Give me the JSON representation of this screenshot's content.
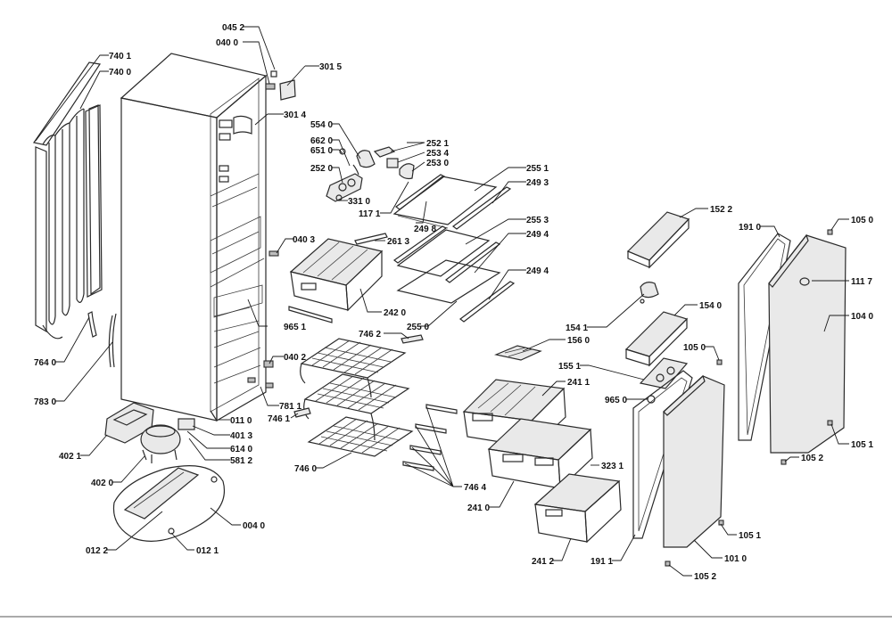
{
  "callouts": [
    {
      "id": "c0452",
      "text": "045 2"
    },
    {
      "id": "c0400",
      "text": "040 0"
    },
    {
      "id": "c3015",
      "text": "301 5"
    },
    {
      "id": "c3014",
      "text": "301 4"
    },
    {
      "id": "c7401",
      "text": "740 1"
    },
    {
      "id": "c7400",
      "text": "740 0"
    },
    {
      "id": "c5540",
      "text": "554 0"
    },
    {
      "id": "c6620",
      "text": "662 0"
    },
    {
      "id": "c6510",
      "text": "651 0"
    },
    {
      "id": "c2520",
      "text": "252 0"
    },
    {
      "id": "c3310",
      "text": "331 0"
    },
    {
      "id": "c1171",
      "text": "117 1"
    },
    {
      "id": "c2521",
      "text": "252 1"
    },
    {
      "id": "c2534",
      "text": "253 4"
    },
    {
      "id": "c2530",
      "text": "253 0"
    },
    {
      "id": "c2551",
      "text": "255 1"
    },
    {
      "id": "c2493",
      "text": "249 3"
    },
    {
      "id": "c2498",
      "text": "249 8"
    },
    {
      "id": "c2553",
      "text": "255 3"
    },
    {
      "id": "c2494a",
      "text": "249 4"
    },
    {
      "id": "c2494b",
      "text": "249 4"
    },
    {
      "id": "c0403",
      "text": "040 3"
    },
    {
      "id": "c2613",
      "text": "261 3"
    },
    {
      "id": "c2420",
      "text": "242 0"
    },
    {
      "id": "c2550",
      "text": "255 0"
    },
    {
      "id": "c9651",
      "text": "965 1"
    },
    {
      "id": "c7462",
      "text": "746 2"
    },
    {
      "id": "c7640",
      "text": "764 0"
    },
    {
      "id": "c7830",
      "text": "783 0"
    },
    {
      "id": "c0402",
      "text": "040 2"
    },
    {
      "id": "c7811",
      "text": "781 1"
    },
    {
      "id": "c7461",
      "text": "746 1"
    },
    {
      "id": "c0110",
      "text": "011 0"
    },
    {
      "id": "c4013",
      "text": "401 3"
    },
    {
      "id": "c6140",
      "text": "614 0"
    },
    {
      "id": "c5812",
      "text": "581 2"
    },
    {
      "id": "c4021",
      "text": "402 1"
    },
    {
      "id": "c4020",
      "text": "402 0"
    },
    {
      "id": "c7460",
      "text": "746 0"
    },
    {
      "id": "c0040",
      "text": "004 0"
    },
    {
      "id": "c0122",
      "text": "012 2"
    },
    {
      "id": "c0121",
      "text": "012 1"
    },
    {
      "id": "c1522",
      "text": "152 2"
    },
    {
      "id": "c1910",
      "text": "191 0"
    },
    {
      "id": "c1050a",
      "text": "105 0"
    },
    {
      "id": "c1117",
      "text": "111 7"
    },
    {
      "id": "c1540",
      "text": "154 0"
    },
    {
      "id": "c1541",
      "text": "154 1"
    },
    {
      "id": "c1040",
      "text": "104 0"
    },
    {
      "id": "c1560",
      "text": "156 0"
    },
    {
      "id": "c1050b",
      "text": "105 0"
    },
    {
      "id": "c1551",
      "text": "155 1"
    },
    {
      "id": "c2411",
      "text": "241 1"
    },
    {
      "id": "c9650",
      "text": "965 0"
    },
    {
      "id": "c1051a",
      "text": "105 1"
    },
    {
      "id": "c1052a",
      "text": "105 2"
    },
    {
      "id": "c3231",
      "text": "323 1"
    },
    {
      "id": "c7464",
      "text": "746 4"
    },
    {
      "id": "c2410",
      "text": "241 0"
    },
    {
      "id": "c1051b",
      "text": "105 1"
    },
    {
      "id": "c2412",
      "text": "241 2"
    },
    {
      "id": "c1911",
      "text": "191 1"
    },
    {
      "id": "c1010",
      "text": "101 0"
    },
    {
      "id": "c1052b",
      "text": "105 2"
    }
  ]
}
